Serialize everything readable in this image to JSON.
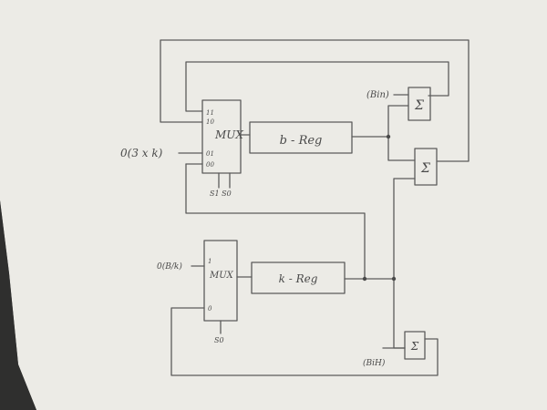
{
  "colors": {
    "paper": "#ecebe6",
    "paper_shadow": "#d4d3cd",
    "ink": "#5b5b5b",
    "backdrop": "#5a5a58"
  },
  "diagram": {
    "mux_top": {
      "title": "MUX",
      "inputs": [
        "11",
        "10",
        "01",
        "00"
      ],
      "select": "S1 S0"
    },
    "b_reg": {
      "label": "b - Reg"
    },
    "sum_top": {
      "symbol": "Σ"
    },
    "sum_mid": {
      "symbol": "Σ"
    },
    "sum_bottom": {
      "symbol": "Σ"
    },
    "input_top": {
      "label": "0(3 x k)"
    },
    "input_b_in": {
      "label": "(Bin)"
    },
    "mux_bottom": {
      "title": "MUX",
      "inputs": [
        "1",
        "0"
      ],
      "select": "S0"
    },
    "input_bottom": {
      "label": "0(B/k)"
    },
    "k_reg": {
      "label": "k - Reg"
    },
    "input_bottom_right": {
      "label": "(BiH)"
    }
  }
}
